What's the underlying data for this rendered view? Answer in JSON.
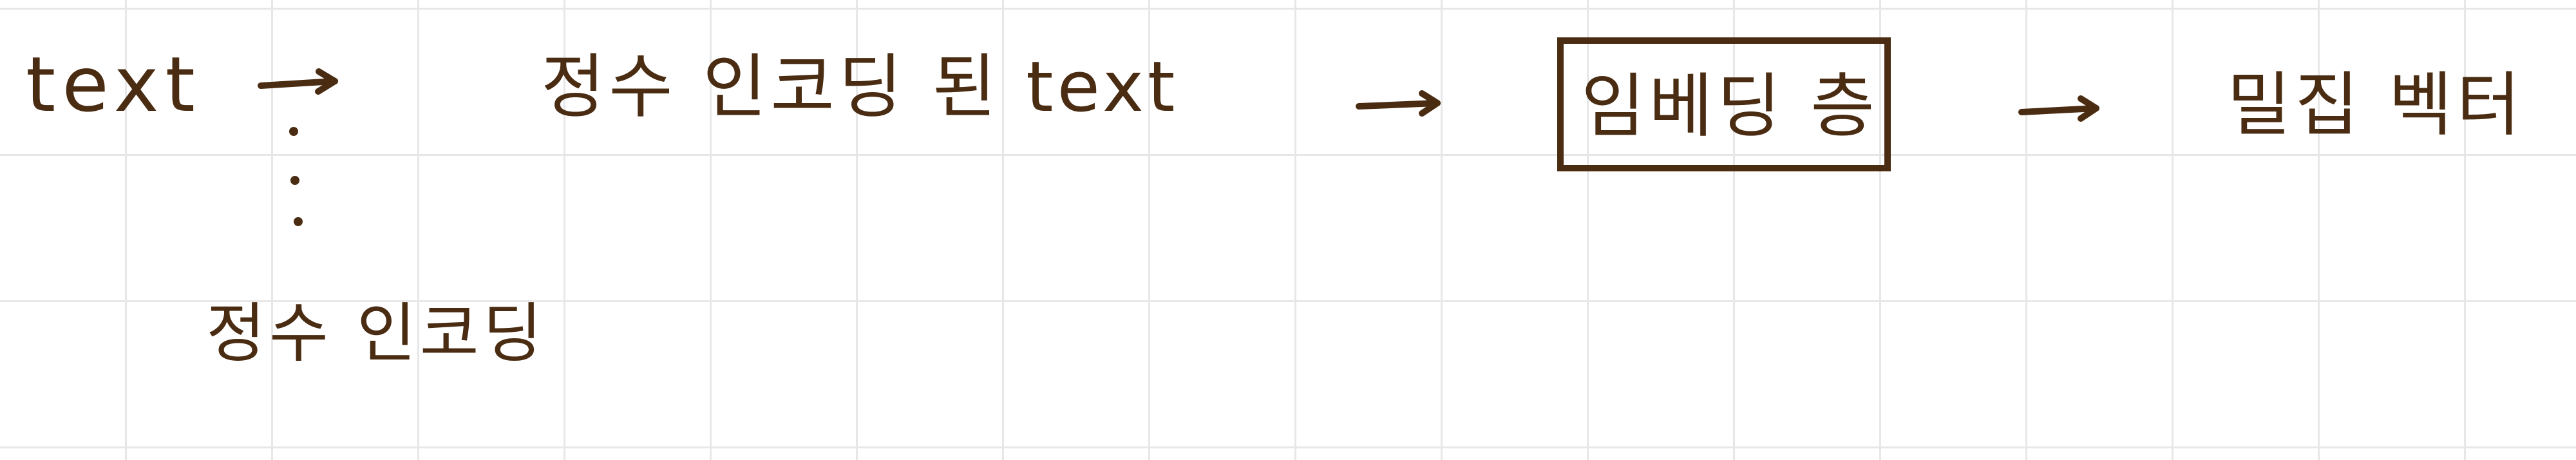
{
  "diagram": {
    "nodes": {
      "input_text": "text",
      "integer_encoded_text": "정수 인코딩 된 text",
      "embedding_layer": "임베딩 층",
      "dense_vector": "밀집 벡터",
      "integer_encoding_note": "정수 인코딩"
    },
    "colors": {
      "ink": "#4a2c12",
      "grid": "#e7e7e7",
      "background": "#ffffff"
    }
  }
}
